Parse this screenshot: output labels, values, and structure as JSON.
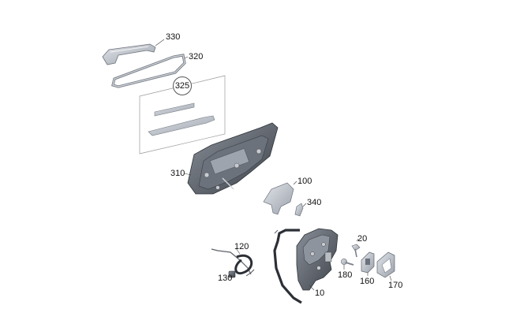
{
  "diagram": {
    "parts": [
      {
        "id": "part-330",
        "label": "330"
      },
      {
        "id": "part-320",
        "label": "320"
      },
      {
        "id": "part-325",
        "label": "325"
      },
      {
        "id": "part-310",
        "label": "310"
      },
      {
        "id": "part-100",
        "label": "100"
      },
      {
        "id": "part-340",
        "label": "340"
      },
      {
        "id": "part-120",
        "label": "120"
      },
      {
        "id": "part-20",
        "label": "20"
      },
      {
        "id": "part-130",
        "label": "130"
      },
      {
        "id": "part-180",
        "label": "180"
      },
      {
        "id": "part-160",
        "label": "160"
      },
      {
        "id": "part-170",
        "label": "170"
      },
      {
        "id": "part-10",
        "label": "10"
      }
    ]
  }
}
